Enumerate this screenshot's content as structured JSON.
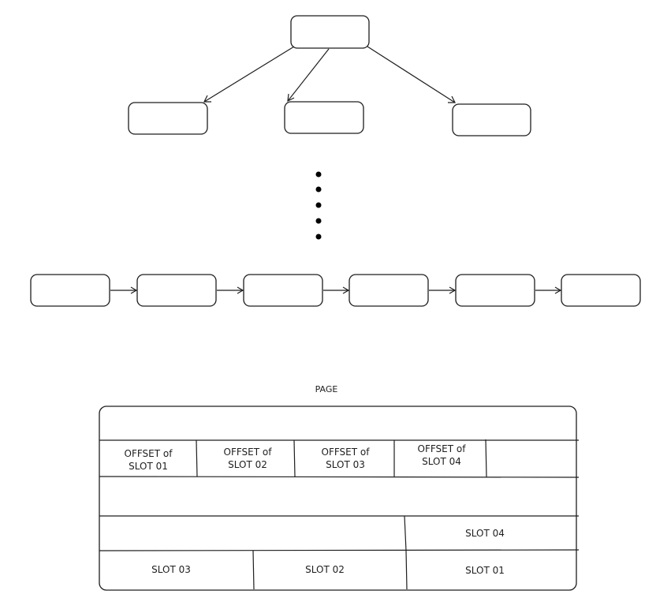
{
  "page": {
    "title": "PAGE",
    "offset_cells": [
      [
        "OFFSET of",
        "SLOT 01"
      ],
      [
        "OFFSET of",
        "SLOT 02"
      ],
      [
        "OFFSET of",
        "SLOT 03"
      ],
      [
        "OFFSET of",
        "SLOT 04"
      ]
    ],
    "slots": {
      "slot_04": "SLOT 04",
      "slot_03": "SLOT 03",
      "slot_02": "SLOT 02",
      "slot_01": "SLOT 01"
    }
  },
  "colors": {
    "stroke": "#1e1e1e",
    "background": "#ffffff"
  }
}
